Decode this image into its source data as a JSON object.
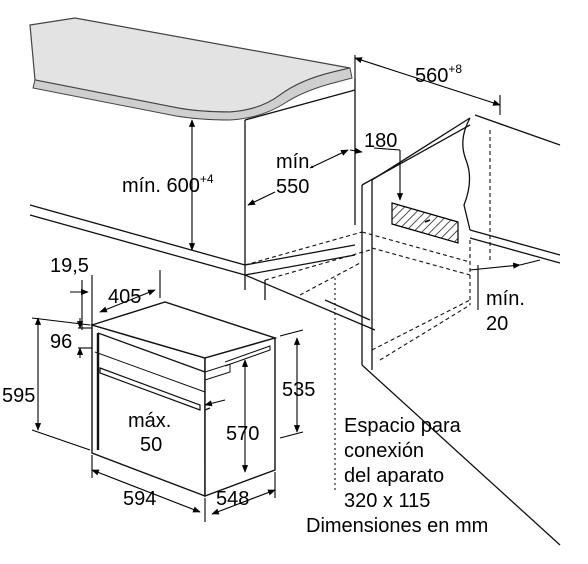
{
  "labels": {
    "min600": "mín. 600",
    "min600_sup": "+4",
    "min550_line1": "mín.",
    "min550_line2": "550",
    "w560": "560",
    "w560_sup": "+8",
    "d180": "180",
    "d19_5": "19,5",
    "d405": "405",
    "d96": "96",
    "d595": "595",
    "max50_line1": "máx.",
    "max50_line2": "50",
    "d570": "570",
    "d535": "535",
    "d594": "594",
    "d548": "548",
    "min20_line1": "mín.",
    "min20_line2": "20"
  },
  "note": {
    "line1": "Espacio para",
    "line2": "conexión",
    "line3": "del aparato",
    "line4": "320 x 115",
    "line5": "Dimensiones en mm"
  }
}
